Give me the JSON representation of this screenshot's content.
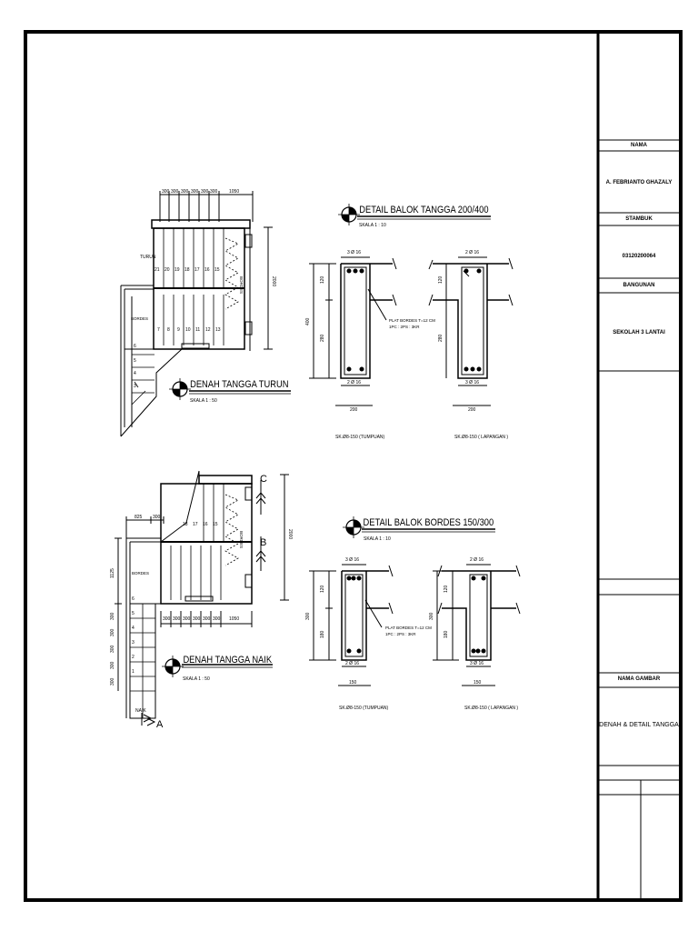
{
  "title_block": {
    "nama_label": "NAMA",
    "nama_value": "A.   FEBRIANTO GHAZALY",
    "stambuk_label": "STAMBUK",
    "stambuk_value": "03120200064",
    "bangunan_label": "BANGUNAN",
    "bangunan_value": "SEKOLAH 3 LANTAI",
    "nama_gambar_label": "NAMA GAMBAR",
    "nama_gambar_value": "DENAH & DETAIL TANGGA"
  },
  "plan_turun": {
    "title": "DENAH TANGGA TURUN",
    "scale": "SKALA 1 : 50",
    "top_dims": [
      "300",
      "300",
      "300",
      "300",
      "300",
      "300",
      "1050"
    ],
    "right_dim": "2000",
    "turun_label": "TURUN",
    "bordes_label": "BORDES",
    "upper_steps": [
      "21",
      "20",
      "19",
      "18",
      "17",
      "16",
      "15"
    ],
    "lower_steps": [
      "7",
      "8",
      "9",
      "10",
      "11",
      "12",
      "13"
    ],
    "left_steps": [
      "6",
      "5",
      "4",
      "3"
    ]
  },
  "plan_naik": {
    "title": "DENAH TANGGA NAIK",
    "scale": "SKALA 1 : 50",
    "top_dims": [
      "825",
      "300"
    ],
    "bottom_dims": [
      "300",
      "300",
      "300",
      "300",
      "300",
      "300",
      "1050"
    ],
    "right_dim": "2000",
    "left_dim": "1125",
    "left_small_dims": [
      "300",
      "300",
      "300",
      "300",
      "300"
    ],
    "bordes_label": "BORDES",
    "naik_label": "NAIK",
    "upper_steps": [
      "18",
      "17",
      "16",
      "15"
    ],
    "section_c": "C",
    "section_b": "B",
    "section_a": "A",
    "left_steps": [
      "6",
      "5",
      "4",
      "3",
      "2",
      "1"
    ]
  },
  "detail_tangga": {
    "title": "DETAIL BALOK TANGGA 200/400",
    "scale": "SKALA 1 : 10",
    "left": {
      "top_bars": "3 Ø 16",
      "bottom_bars": "2 Ø 16",
      "width": "200",
      "dims_v": [
        "120",
        "280"
      ],
      "total_h": "400",
      "caption": "SK.Ø8-150 (TUMPUAN)",
      "note1": "PLAT BORDES T=12 CM",
      "note2": "1PC : 2PS : 3KR"
    },
    "right": {
      "top_bars": "2 Ø 16",
      "bottom_bars": "3 Ø 16",
      "width": "200",
      "dims_v": [
        "120",
        "280"
      ],
      "caption": "SK.Ø8-150 ( LAPANGAN )"
    }
  },
  "detail_bordes": {
    "title": "DETAIL BALOK BORDES 150/300",
    "scale": "SKALA 1 : 10",
    "left": {
      "top_bars": "3 Ø 16",
      "bottom_bars": "2 Ø 16",
      "width": "150",
      "dims_v": [
        "120",
        "180"
      ],
      "total_h": "300",
      "caption": "SK.Ø8-150 (TUMPUAN)",
      "note1": "PLAT BORDES T=12 CM",
      "note2": "1PC : 2PS : 3KR"
    },
    "right": {
      "top_bars": "2 Ø 16",
      "bottom_bars": "3 Ø 16",
      "width": "150",
      "dims_v": [
        "120",
        "180"
      ],
      "total_h": "300",
      "caption": "SK.Ø8-150 ( LAPANGAN )"
    }
  }
}
